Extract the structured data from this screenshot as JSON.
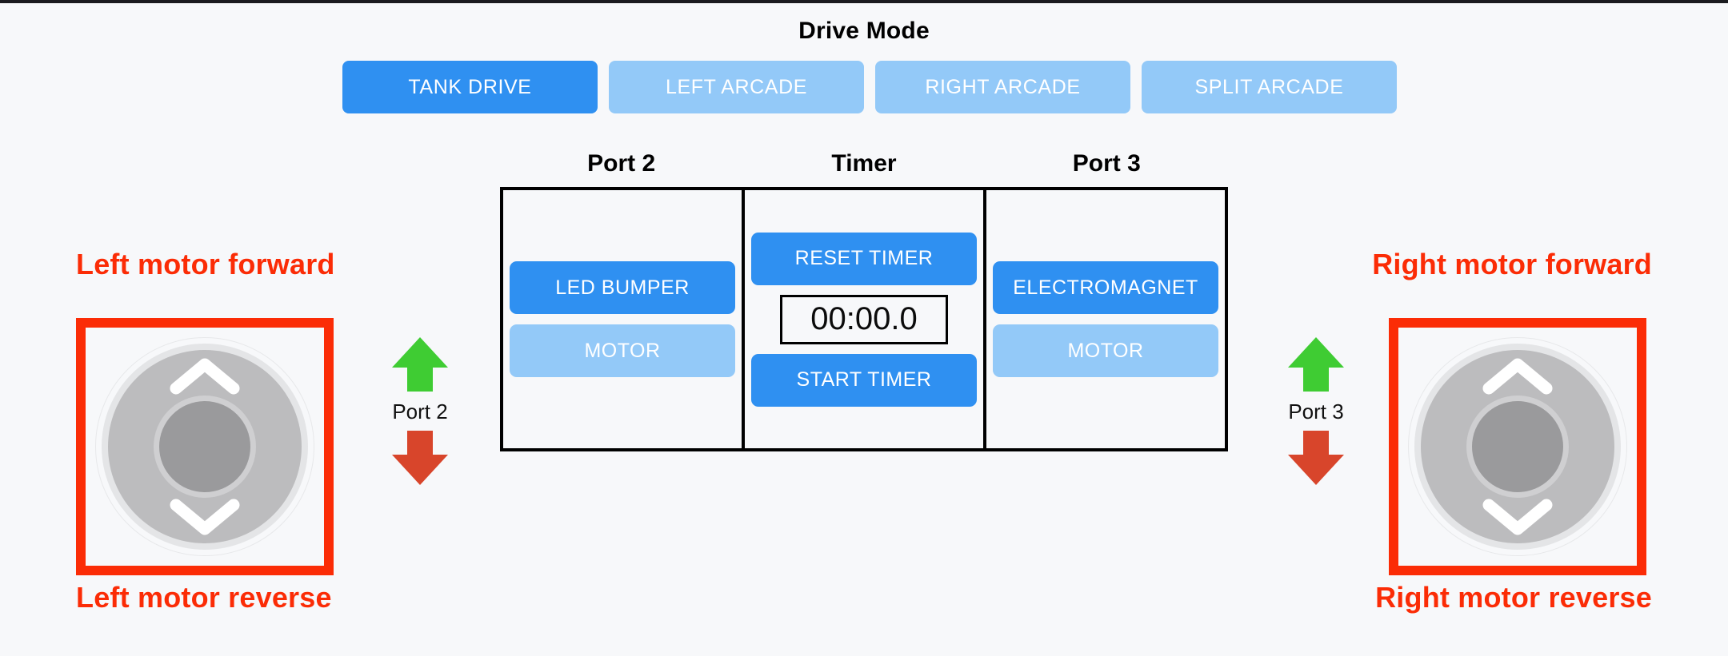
{
  "header": {
    "drive_mode_title": "Drive Mode",
    "modes": [
      {
        "label": "TANK DRIVE",
        "active": true,
        "name": "tank-drive"
      },
      {
        "label": "LEFT ARCADE",
        "active": false,
        "name": "left-arcade"
      },
      {
        "label": "RIGHT ARCADE",
        "active": false,
        "name": "right-arcade"
      },
      {
        "label": "SPLIT ARCADE",
        "active": false,
        "name": "split-arcade"
      }
    ]
  },
  "panel": {
    "labels": {
      "port2": "Port 2",
      "timer": "Timer",
      "port3": "Port 3"
    },
    "port2": {
      "primary_label": "LED BUMPER",
      "secondary_label": "MOTOR"
    },
    "timer": {
      "reset_label": "RESET TIMER",
      "start_label": "START TIMER",
      "value": "00:00.0"
    },
    "port3": {
      "primary_label": "ELECTROMAGNET",
      "secondary_label": "MOTOR"
    }
  },
  "joysticks": {
    "left": {
      "forward_annotation": "Left motor forward",
      "reverse_annotation": "Left motor reverse",
      "port_label": "Port 2",
      "up_icon": "chevron-up-icon",
      "down_icon": "chevron-down-icon",
      "forward_arrow_icon": "arrow-up-icon",
      "reverse_arrow_icon": "arrow-down-icon"
    },
    "right": {
      "forward_annotation": "Right motor forward",
      "reverse_annotation": "Right motor reverse",
      "port_label": "Port 3",
      "up_icon": "chevron-up-icon",
      "down_icon": "chevron-down-icon",
      "forward_arrow_icon": "arrow-up-icon",
      "reverse_arrow_icon": "arrow-down-icon"
    }
  },
  "colors": {
    "accent_active": "#2f90f1",
    "accent_inactive": "#93c9f8",
    "annotation_red": "#fb2c06",
    "arrow_forward_green": "#3fcc33",
    "arrow_reverse_red": "#d8452b",
    "background": "#f7f8fa",
    "panel_border": "#000000",
    "joystick_base": "#bcbcbe",
    "joystick_knob": "#9a9a9c"
  }
}
